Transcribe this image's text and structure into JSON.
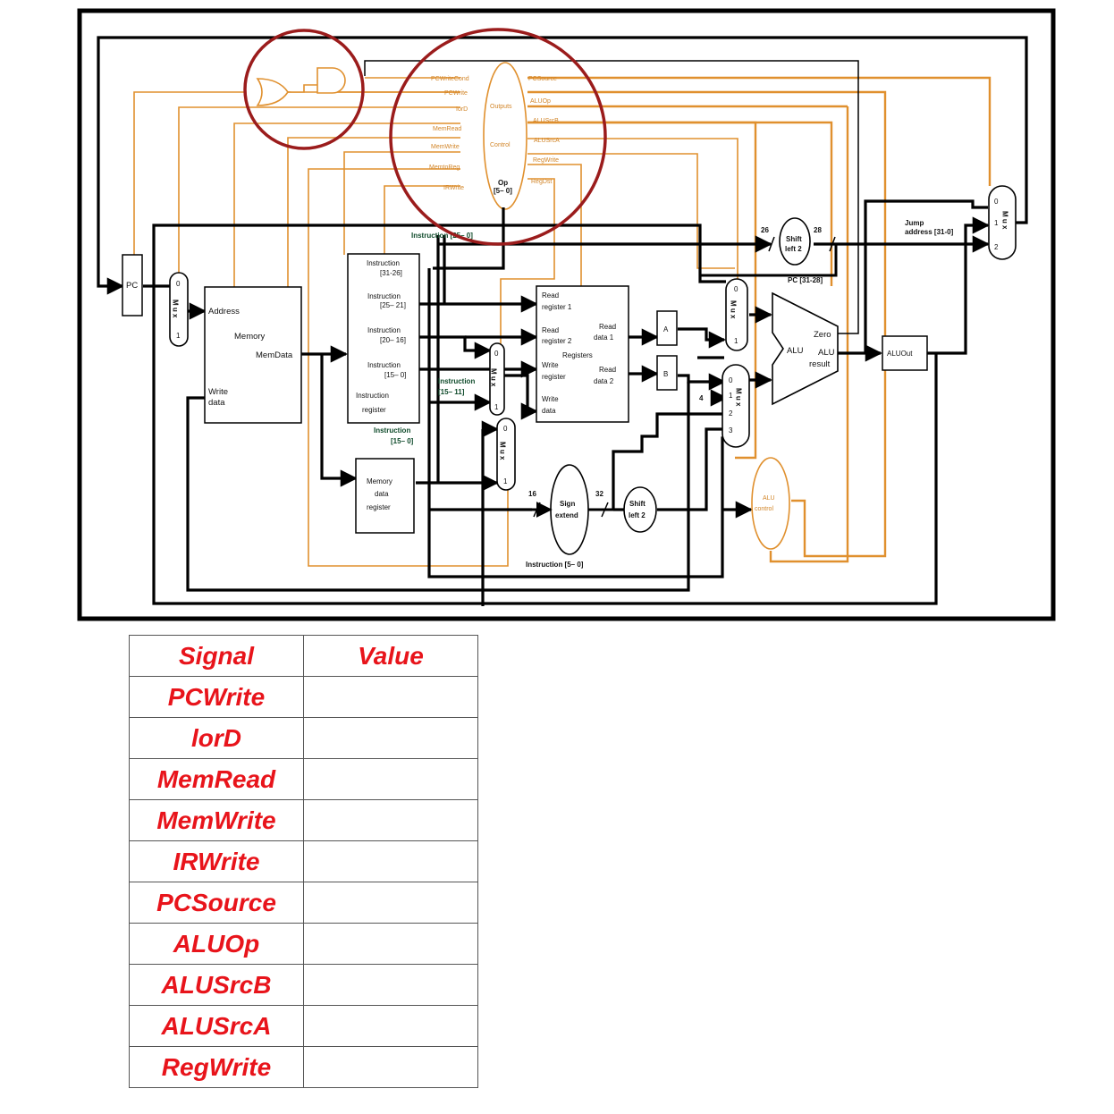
{
  "diagram": {
    "control": {
      "outputs_label": "Outputs",
      "control_label": "Control",
      "op_label": "Op",
      "op_bits": "[5– 0]",
      "left_signals": [
        "PCWriteCond",
        "PCWrite",
        "IorD",
        "MemRead",
        "MemWrite",
        "MemtoReg",
        "IRWrite"
      ],
      "right_signals": [
        "PCSource",
        "ALUOp",
        "ALUSrcB",
        "ALUSrcA",
        "RegWrite",
        "RegDst"
      ]
    },
    "pc_label": "PC",
    "memory": {
      "address": "Address",
      "title": "Memory",
      "memdata": "MemData",
      "write_data_1": "Write",
      "write_data_2": "data"
    },
    "instruction_register": {
      "f1a": "Instruction",
      "f1b": "[31-26]",
      "f2a": "Instruction",
      "f2b": "[25– 21]",
      "f3a": "Instruction",
      "f3b": "[20– 16]",
      "f4a": "Instruction",
      "f4b": "[15– 0]",
      "t1": "Instruction",
      "t2": "register"
    },
    "instr_15_11_a": "Instruction",
    "instr_15_11_b": "[15– 11]",
    "instr_15_0_a": "Instruction",
    "instr_15_0_b": "[15– 0]",
    "instr_25_0": "Instruction [25– 0]",
    "mdr": {
      "l1": "Memory",
      "l2": "data",
      "l3": "register"
    },
    "registers": {
      "rr1a": "Read",
      "rr1b": "register 1",
      "rr2a": "Read",
      "rr2b": "register 2",
      "rd1a": "Read",
      "rd1b": "data 1",
      "title": "Registers",
      "wra": "Write",
      "wrb": "register",
      "rd2a": "Read",
      "rd2b": "data 2",
      "wda": "Write",
      "wdb": "data"
    },
    "reg_a": "A",
    "reg_b": "B",
    "mux_label": "M u x",
    "mux_in0": "0",
    "mux_in1": "1",
    "mux_in2": "2",
    "mux_in3": "3",
    "const_4": "4",
    "alu": {
      "label": "ALU",
      "zero": "Zero",
      "result1": "ALU",
      "result2": "result"
    },
    "aluout": "ALUOut",
    "alu_control": {
      "l1": "ALU",
      "l2": "control"
    },
    "sign_extend": {
      "l1": "Sign",
      "l2": "extend",
      "in_bits": "16",
      "out_bits": "32"
    },
    "shift_left_2": {
      "l1": "Shift",
      "l2": "left 2"
    },
    "shift_left_2_top": {
      "l1": "Shift",
      "l2": "left 2",
      "in_bits": "26",
      "out_bits": "28"
    },
    "pc_31_28": "PC [31-28]",
    "jump_address_1": "Jump",
    "jump_address_2": "address [31-0]",
    "instr_5_0": "Instruction [5– 0]"
  },
  "table": {
    "header": {
      "signal": "Signal",
      "value": "Value"
    },
    "rows": [
      {
        "signal": "PCWrite",
        "value": ""
      },
      {
        "signal": "lorD",
        "value": ""
      },
      {
        "signal": "MemRead",
        "value": ""
      },
      {
        "signal": "MemWrite",
        "value": ""
      },
      {
        "signal": "IRWrite",
        "value": ""
      },
      {
        "signal": "PCSource",
        "value": ""
      },
      {
        "signal": "ALUOp",
        "value": ""
      },
      {
        "signal": "ALUSrcB",
        "value": ""
      },
      {
        "signal": "ALUSrcA",
        "value": ""
      },
      {
        "signal": "RegWrite",
        "value": ""
      }
    ]
  },
  "colors": {
    "control_lines": "#e0902e",
    "highlight_circles": "#9b1c1c",
    "table_text": "#e8141b"
  }
}
